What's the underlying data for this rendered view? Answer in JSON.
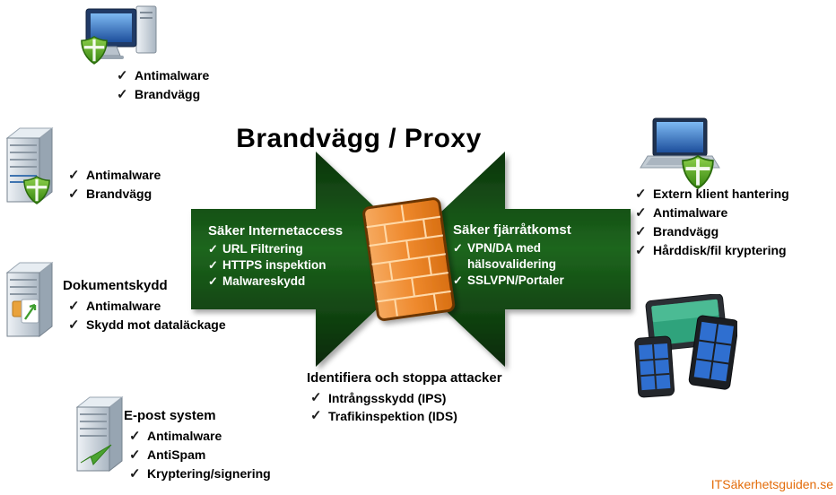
{
  "title": "Brandvägg / Proxy",
  "watermark": "ITSäkerhetsguiden.se",
  "icons": {
    "check": "✓"
  },
  "colors": {
    "arrow_green": "#1d661d",
    "firewall_orange": "#ef8a2e",
    "shield_green": "#5aab28",
    "watermark_orange": "#e36c0a",
    "text_black": "#000000",
    "arrow_text_white": "#ffffff"
  },
  "groups": {
    "workstation": {
      "items": [
        "Antimalware",
        "Brandvägg"
      ]
    },
    "server": {
      "items": [
        "Antimalware",
        "Brandvägg"
      ]
    },
    "document": {
      "label": "Dokumentskydd",
      "items": [
        "Antimalware",
        "Skydd mot dataläckage"
      ]
    },
    "email": {
      "label": "E-post system",
      "items": [
        "Antimalware",
        "AntiSpam",
        "Kryptering/signering"
      ]
    },
    "internet_access": {
      "label": "Säker Internetaccess",
      "items": [
        "URL Filtrering",
        "HTTPS inspektion",
        "Malwareskydd"
      ]
    },
    "remote_access": {
      "label": "Säker fjärråtkomst",
      "items": [
        "VPN/DA med hälsovalidering",
        "SSLVPN/Portaler"
      ]
    },
    "attack_prevention": {
      "label": "Identifiera och stoppa attacker",
      "items": [
        "Intrångsskydd (IPS)",
        "Trafikinspektion (IDS)"
      ]
    },
    "external_client": {
      "items": [
        "Extern klient hantering",
        "Antimalware",
        "Brandvägg",
        "Hårddisk/fil kryptering"
      ]
    }
  }
}
